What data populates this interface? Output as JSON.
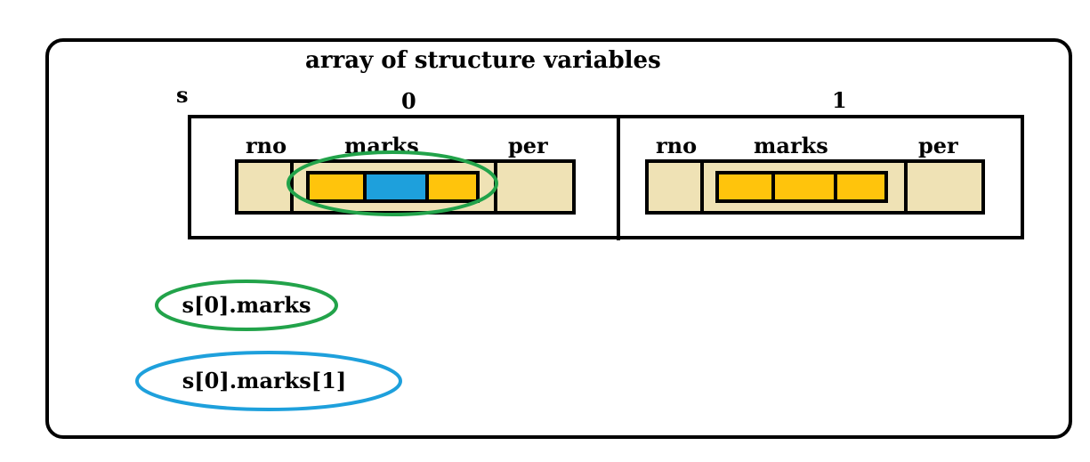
{
  "title": "array of structure variables",
  "array_name": "s",
  "elements": [
    {
      "index": "0",
      "fields": {
        "rno": "rno",
        "marks": "marks",
        "per": "per"
      }
    },
    {
      "index": "1",
      "fields": {
        "rno": "rno",
        "marks": "marks",
        "per": "per"
      }
    }
  ],
  "annotations": [
    {
      "text": "s[0].marks",
      "color": "#22a34a"
    },
    {
      "text": "s[0].marks[1]",
      "color": "#1ea0dc"
    }
  ],
  "colors": {
    "field_fill": "#efe2b5",
    "mark_cell": "#ffc40c",
    "highlight_cell": "#1ea0dc",
    "green_outline": "#22a34a",
    "blue_outline": "#1ea0dc",
    "stroke": "#000000"
  }
}
